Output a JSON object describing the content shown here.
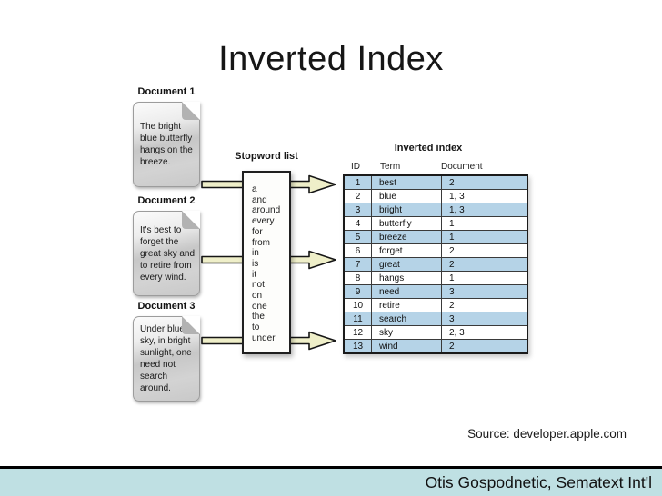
{
  "slide": {
    "title": "Inverted Index",
    "source": "Source: developer.apple.com",
    "footer": "Otis Gospodnetic, Sematext Int'l"
  },
  "documents": [
    {
      "label": "Document 1",
      "text": "The bright blue butterfly hangs on the breeze."
    },
    {
      "label": "Document 2",
      "text": "It's best to forget the great sky and to retire from every wind."
    },
    {
      "label": "Document 3",
      "text": "Under blue sky, in bright sunlight, one need not search around."
    }
  ],
  "stopwords": {
    "label": "Stopword list",
    "words": [
      "a",
      "and",
      "around",
      "every",
      "for",
      "from",
      "in",
      "is",
      "it",
      "not",
      "on",
      "one",
      "the",
      "to",
      "under"
    ]
  },
  "index_table": {
    "label": "Inverted index",
    "columns": [
      "ID",
      "Term",
      "Document"
    ],
    "rows": [
      [
        "1",
        "best",
        "2"
      ],
      [
        "2",
        "blue",
        "1, 3"
      ],
      [
        "3",
        "bright",
        "1, 3"
      ],
      [
        "4",
        "butterfly",
        "1"
      ],
      [
        "5",
        "breeze",
        "1"
      ],
      [
        "6",
        "forget",
        "2"
      ],
      [
        "7",
        "great",
        "2"
      ],
      [
        "8",
        "hangs",
        "1"
      ],
      [
        "9",
        "need",
        "3"
      ],
      [
        "10",
        "retire",
        "2"
      ],
      [
        "11",
        "search",
        "3"
      ],
      [
        "12",
        "sky",
        "2, 3"
      ],
      [
        "13",
        "wind",
        "2"
      ]
    ]
  },
  "colors": {
    "row_highlight": "#b5d3e7",
    "arrow_fill": "#efefc9",
    "footer_bg": "#bfe0e3"
  }
}
